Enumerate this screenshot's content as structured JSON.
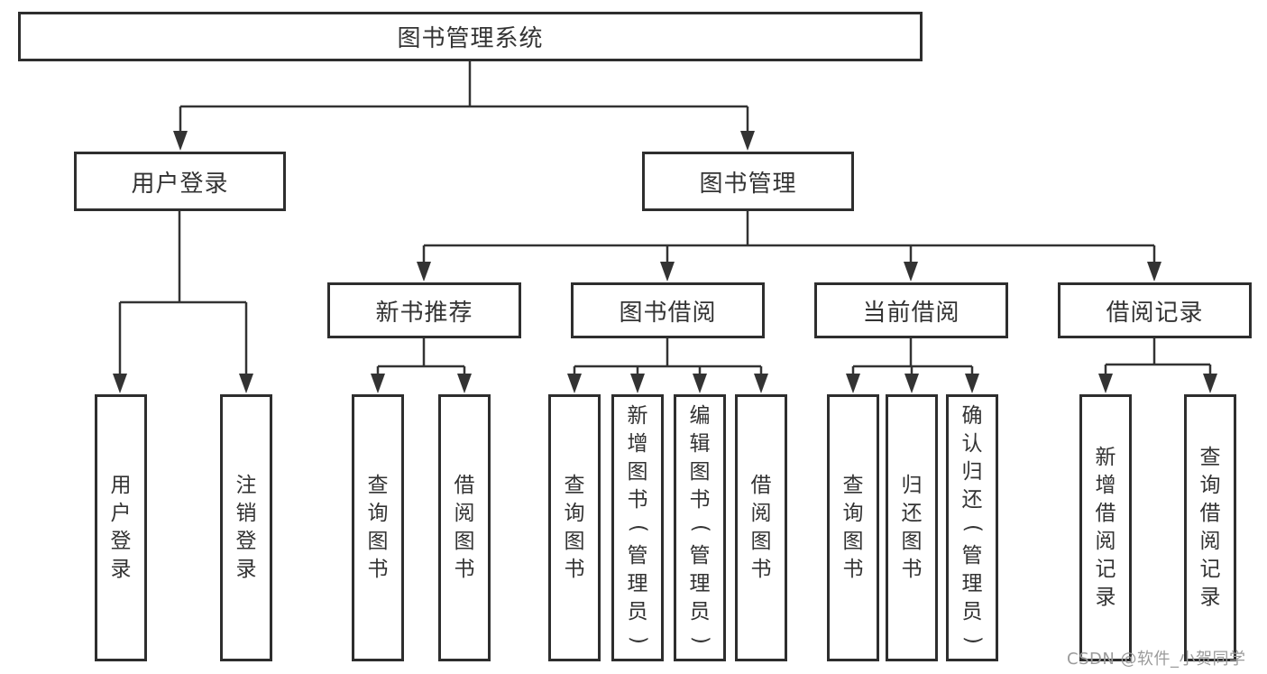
{
  "tree": {
    "label": "图书管理系统",
    "children": [
      {
        "label": "用户登录",
        "children": [
          {
            "label": "用户登录"
          },
          {
            "label": "注销登录"
          }
        ]
      },
      {
        "label": "图书管理",
        "children": [
          {
            "label": "新书推荐",
            "children": [
              {
                "label": "查询图书"
              },
              {
                "label": "借阅图书"
              }
            ]
          },
          {
            "label": "图书借阅",
            "children": [
              {
                "label": "查询图书"
              },
              {
                "label": "新增图书（管理员）"
              },
              {
                "label": "编辑图书（管理员）"
              },
              {
                "label": "借阅图书"
              }
            ]
          },
          {
            "label": "当前借阅",
            "children": [
              {
                "label": "查询图书"
              },
              {
                "label": "归还图书"
              },
              {
                "label": "确认归还（管理员）"
              }
            ]
          },
          {
            "label": "借阅记录",
            "children": [
              {
                "label": "新增借阅记录"
              },
              {
                "label": "查询借阅记录"
              }
            ]
          }
        ]
      }
    ]
  },
  "watermark": {
    "text": "CSDN @软件_小贺同学",
    "color": "#9b9b9b"
  },
  "colors": {
    "line": "#333333",
    "border": "#2e2e2e",
    "text": "#333333",
    "background": "#ffffff"
  }
}
